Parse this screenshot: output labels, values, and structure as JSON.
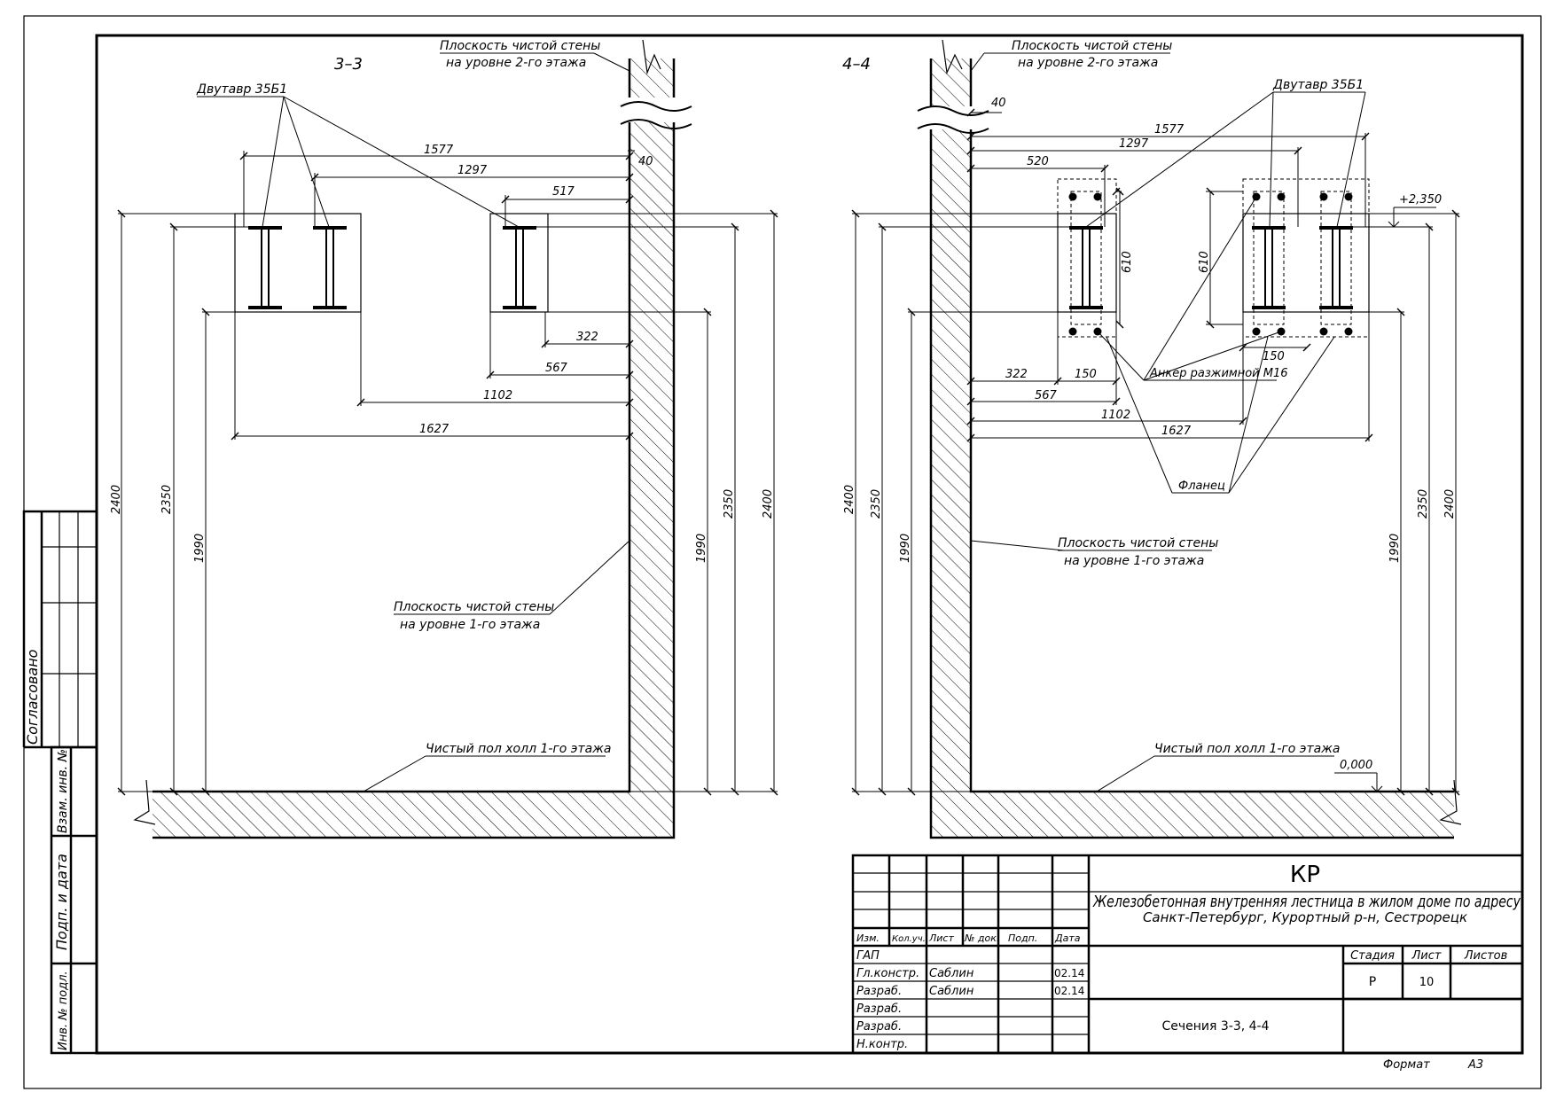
{
  "sections": {
    "s33": {
      "title": "3–3",
      "wall2": [
        "Плоскость чистой стены",
        "на уровне 2-го этажа"
      ],
      "beam_label": "Двутавр 35Б1",
      "wall1": [
        "Плоскость чистой стены",
        "на уровне 1-го этажа"
      ],
      "floor": "Чистый пол холл 1-го этажа",
      "dims": {
        "d1577": "1577",
        "d1297": "1297",
        "d40": "40",
        "d517": "517",
        "d322": "322",
        "d567": "567",
        "d1102": "1102",
        "d1627": "1627",
        "d2400": "2400",
        "d2350": "2350",
        "d1990": "1990"
      }
    },
    "s44": {
      "title": "4–4",
      "wall2": [
        "Плоскость чистой стены",
        "на уровне 2-го этажа"
      ],
      "beam_label": "Двутавр 35Б1",
      "wall1": [
        "Плоскость чистой стены",
        "на уровне 1-го этажа"
      ],
      "floor": "Чистый пол холл 1-го этажа",
      "anchor": "Анкер разжимной М16",
      "flange": "Фланец",
      "level_top": "+2,350",
      "level_zero": "0,000",
      "dims": {
        "d40": "40",
        "d1577": "1577",
        "d1297": "1297",
        "d520": "520",
        "d610": "610",
        "d150": "150",
        "d322": "322",
        "d567": "567",
        "d1102": "1102",
        "d1627": "1627",
        "d2400": "2400",
        "d2350": "2350",
        "d1990": "1990"
      }
    }
  },
  "side_stamp": {
    "agreed": "Согласовано",
    "vzam": "Взам. инв. №",
    "podp": "Подп. и дата",
    "inv": "Инв. № подл."
  },
  "title_block": {
    "code": "КР",
    "project_title": "Железобетонная внутренняя лестница в жилом доме по адресу",
    "project_address": "Санкт-Петербург, Курортный р-н, Сестрорецк",
    "headers": {
      "izm": "Изм.",
      "koluch": "Кол.уч.",
      "list": "Лист",
      "ndok": "№ док.",
      "podp": "Подп.",
      "data": "Дата"
    },
    "roles": [
      {
        "role": "ГАП",
        "name": "",
        "date": ""
      },
      {
        "role": "Гл.констр.",
        "name": "Саблин",
        "date": "02.14"
      },
      {
        "role": "Разраб.",
        "name": "Саблин",
        "date": "02.14"
      },
      {
        "role": "Разраб.",
        "name": "",
        "date": ""
      },
      {
        "role": "Разраб.",
        "name": "",
        "date": ""
      },
      {
        "role": "Н.контр.",
        "name": "",
        "date": ""
      }
    ],
    "stage_label": "Стадия",
    "sheet_label": "Лист",
    "sheets_label": "Листов",
    "stage": "Р",
    "sheet": "10",
    "sheets": "",
    "drawing_name": "Сечения 3-3, 4-4",
    "format_label": "Формат",
    "format": "А3"
  }
}
